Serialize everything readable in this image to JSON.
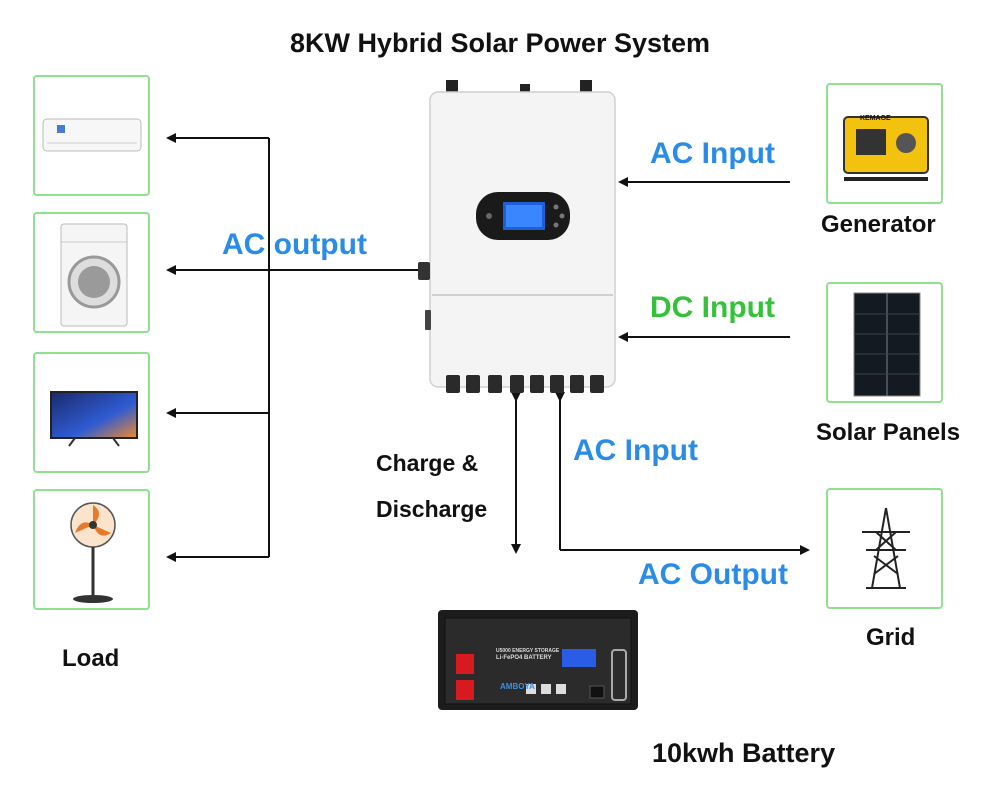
{
  "title": "8KW Hybrid Solar Power System",
  "labels": {
    "ac_output_left": "AC output",
    "ac_input_top": "AC Input",
    "dc_input": "DC Input",
    "ac_input_bottom": "AC Input",
    "ac_output_bottom": "AC Output",
    "charge_line1": "Charge &",
    "charge_line2": "Discharge",
    "generator": "Generator",
    "solar_panels": "Solar Panels",
    "grid": "Grid",
    "load": "Load",
    "battery": "10kwh Battery"
  },
  "battery_panel": {
    "line1": "U5000 ENERGY STORAGE",
    "line2": "Li-FePO4 BATTERY",
    "brand": "AMBOYA"
  },
  "generator_brand": "KEMAGE",
  "colors": {
    "accent_blue": "#2a8ce6",
    "accent_green": "#35c23a",
    "card_border": "#8fe08f",
    "lines": "#111111"
  }
}
